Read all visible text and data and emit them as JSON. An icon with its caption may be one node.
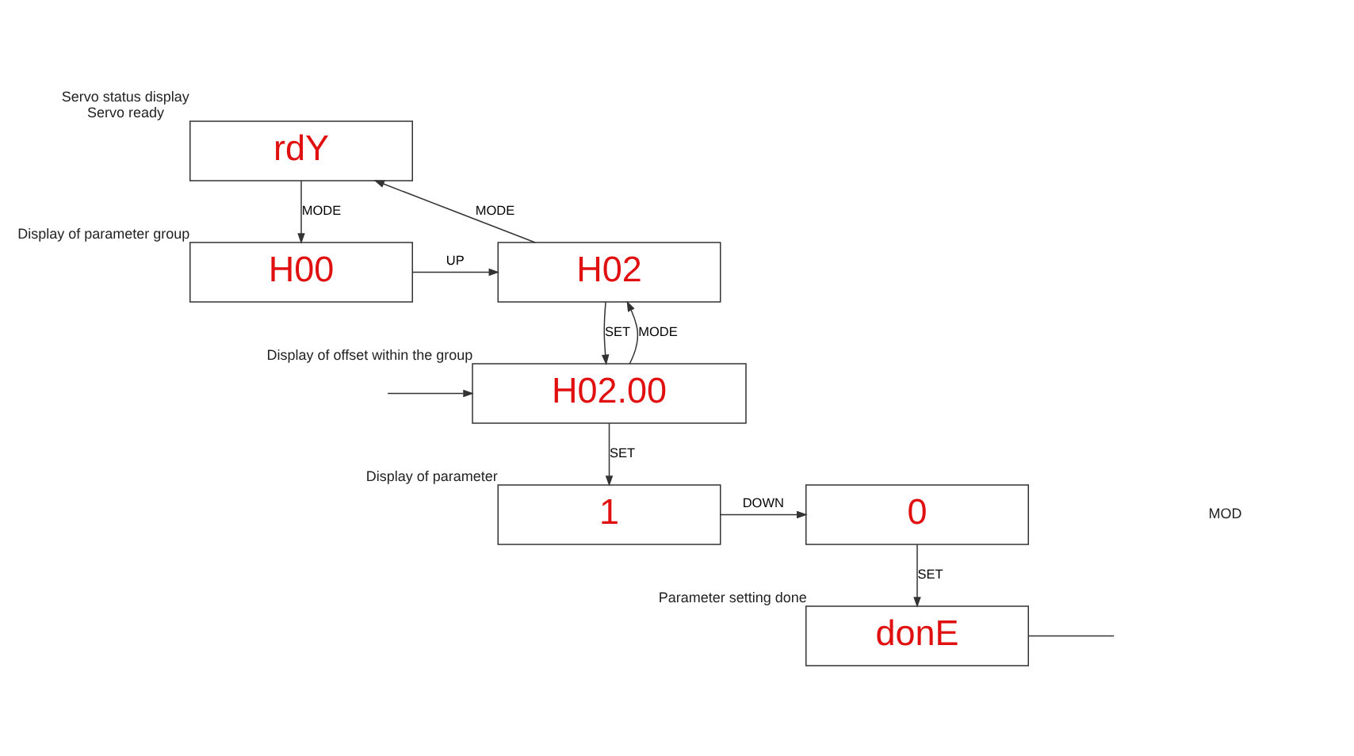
{
  "diagram": {
    "nodes": [
      {
        "text": [
          "rdY"
        ],
        "beside": [
          "Servo status display",
          "Servo ready"
        ]
      },
      {
        "text": [
          "H00"
        ],
        "beside": [
          "Display of parameter group"
        ]
      },
      {
        "text": [
          "H02"
        ]
      },
      {
        "text": [
          "H02.00"
        ],
        "beside": [
          "Display of offset within the group"
        ]
      },
      {
        "text": [
          "1"
        ],
        "beside": [
          "Display of parameter"
        ]
      },
      {
        "text": [
          "0"
        ]
      },
      {
        "text": [
          "donE"
        ],
        "beside": [
          "Parameter setting done"
        ]
      }
    ],
    "edges": [
      {
        "from": 0,
        "to": 1,
        "arrow": "to",
        "label": "MODE"
      },
      {
        "from": 1,
        "to": 2,
        "arrow": "to",
        "label": "UP"
      },
      {
        "from": 2,
        "to": 0,
        "arrow": "to",
        "label": "MODE"
      },
      {
        "from": 2,
        "to": 3,
        "arrow": "to",
        "label": "SET"
      },
      {
        "from": 3,
        "to": 2,
        "arrow": "to",
        "label": "MODE"
      },
      {
        "from": 3,
        "to": 4,
        "arrow": "to",
        "label": "SET"
      },
      {
        "from": 4,
        "to": 5,
        "arrow": "to",
        "label": "DOWN"
      },
      {
        "from": 5,
        "to": 6,
        "arrow": "to",
        "label": "SET"
      },
      {
        "from": 6,
        "to": null,
        "arrow": "none"
      },
      {
        "from": null,
        "to": 3,
        "arrow": "to"
      }
    ],
    "labels": [
      "MOD"
    ]
  }
}
